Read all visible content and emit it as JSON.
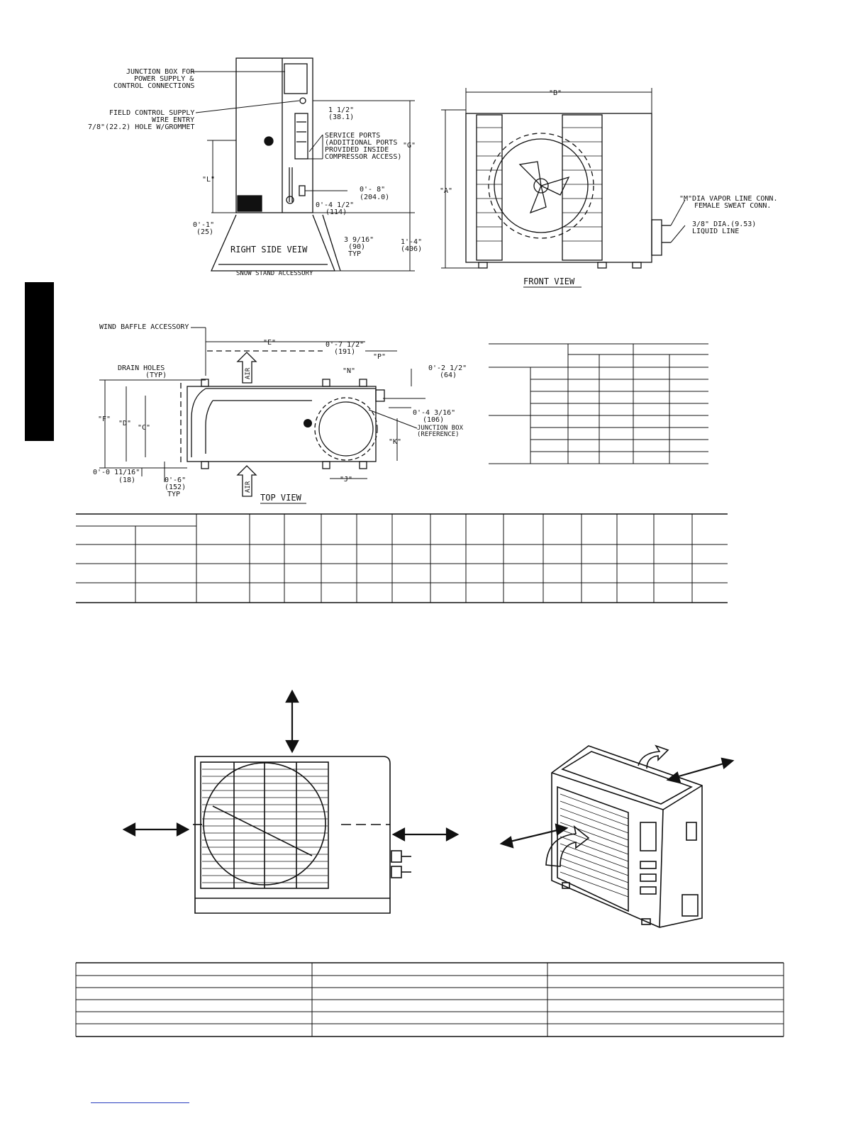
{
  "right_side_view": {
    "title": "RIGHT SIDE VEIW",
    "snow_stand": "SNOW STAND ACCESSORY",
    "junction_box": [
      "JUNCTION BOX FOR",
      "POWER SUPPLY &",
      "CONTROL CONNECTIONS"
    ],
    "field_control": [
      "FIELD CONTROL SUPPLY",
      "WIRE ENTRY",
      "7/8\"(22.2) HOLE W/GROMMET"
    ],
    "service_ports": [
      "SERVICE PORTS",
      "(ADDITIONAL PORTS",
      "PROVIDED INSIDE",
      "COMPRESSOR ACCESS)"
    ],
    "dim_1_5": [
      "1 1/2\"",
      "(38.1)"
    ],
    "dim_G": "\"G\"",
    "dim_L": "\"L\"",
    "dim_8": [
      "0'- 8\"",
      "(204.0)"
    ],
    "dim_4_5": [
      "0'-4 1/2\"",
      "(114)"
    ],
    "dim_1": [
      "0'-1\"",
      "(25)"
    ],
    "dim_3_9_16": [
      "3 9/16\"",
      "(90)",
      "TYP"
    ],
    "dim_1_4": [
      "1'-4\"",
      "(406)"
    ]
  },
  "front_view": {
    "title": "FRONT VIEW",
    "dim_B": "\"B\"",
    "dim_A": "\"A\"",
    "vapor": [
      "\"M\"DIA VAPOR LINE CONN.",
      "FEMALE SWEAT CONN."
    ],
    "liquid": [
      "3/8\" DIA.(9.53)",
      "LIQUID LINE"
    ]
  },
  "top_view": {
    "title": "TOP VIEW",
    "wind_baffle": "WIND BAFFLE ACCESSORY",
    "drain_holes": [
      "DRAIN HOLES",
      "(TYP)"
    ],
    "dim_E": "\"E\"",
    "dim_7_5": [
      "0'-7 1/2\"",
      "(191)"
    ],
    "dim_P": "\"P\"",
    "dim_N": "\"N\"",
    "dim_2_5": [
      "0'-2 1/2\"",
      "(64)"
    ],
    "dim_4_3_16": [
      "0'-4 3/16\"",
      "(106)"
    ],
    "junction_box": [
      "JUNCTION BOX",
      "(REFERENCE)"
    ],
    "dim_F": "\"F\"",
    "dim_D": "\"D\"",
    "dim_C": "\"C\"",
    "dim_K": "\"K\"",
    "dim_J": "\"J\"",
    "dim_11_16": [
      "0'-0 11/16\"",
      "(18)"
    ],
    "dim_6": [
      "0'-6\"",
      "(152)",
      "TYP"
    ],
    "air": "AIR"
  }
}
